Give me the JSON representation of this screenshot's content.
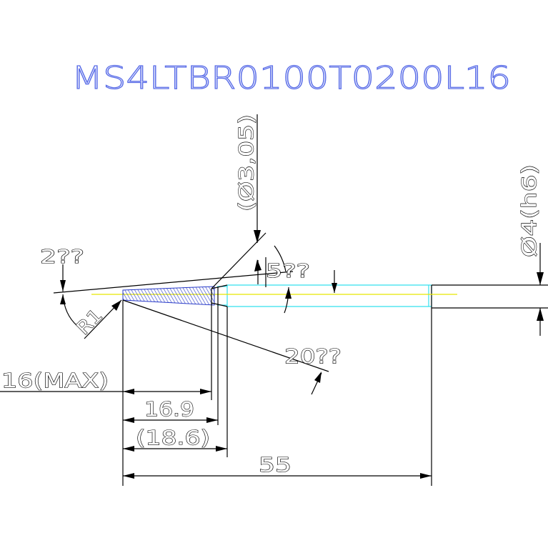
{
  "title": "MS4LTBR0100T0200L16",
  "colors": {
    "title": "#5b6ee8",
    "outline": "#000000",
    "shank": "#33e0ee",
    "centerline": "#e6e600",
    "hatch": "#2a3cc8"
  },
  "dimensions": {
    "dia_neck": "(Ø3,05)",
    "dia_shank": "Ø4(h6)",
    "tip_angle": "2??",
    "cone_angle": "5??",
    "taper_angle": "20??",
    "radius": "R1",
    "length_max": "16(MAX)",
    "length_flute": "16.9",
    "length_neck": "(18.6)",
    "length_total": "55"
  }
}
